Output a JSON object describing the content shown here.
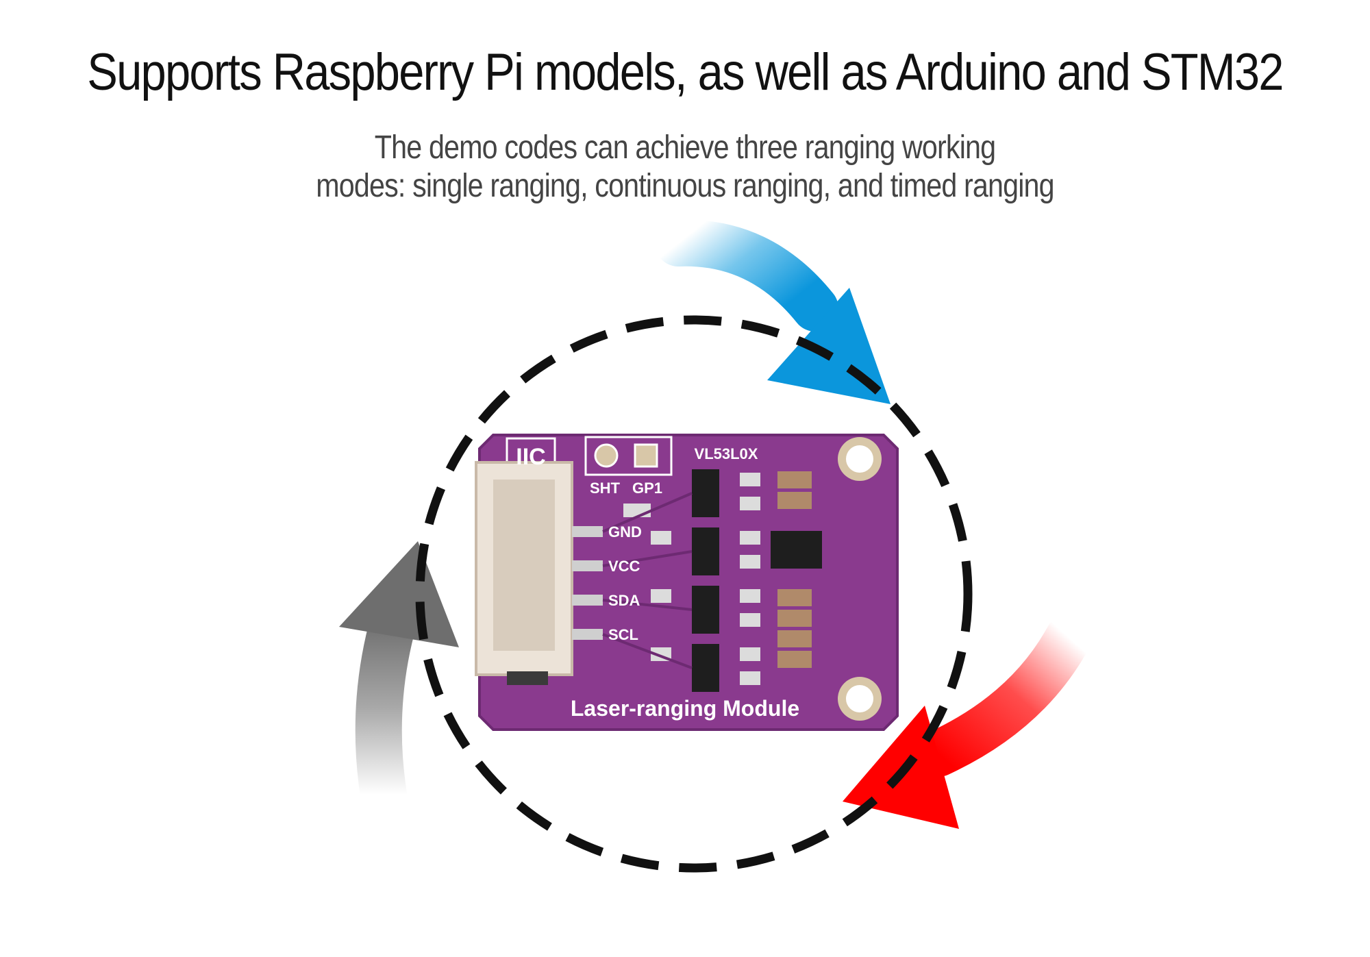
{
  "headline": "Supports Raspberry Pi models, as well as Arduino and STM32",
  "subtitle": {
    "line1": "The demo codes can achieve three ranging working",
    "line2": "modes: single ranging, continuous ranging, and timed ranging"
  },
  "board": {
    "iic_label": "IIC",
    "chip_label": "VL53L0X",
    "sht_label": "SHT",
    "gp1_label": "GP1",
    "pins": [
      "GND",
      "VCC",
      "SDA",
      "SCL"
    ],
    "module_label": "Laser-ranging Module",
    "pcb_color": "#8a3a8e"
  },
  "arrows": {
    "top_right_color": "#1aa0e0",
    "bottom_right_color": "#ff0000",
    "left_color": "#6e6e6e"
  },
  "icons": [
    "arrow-clockwise-icon",
    "dashed-circle-icon"
  ]
}
